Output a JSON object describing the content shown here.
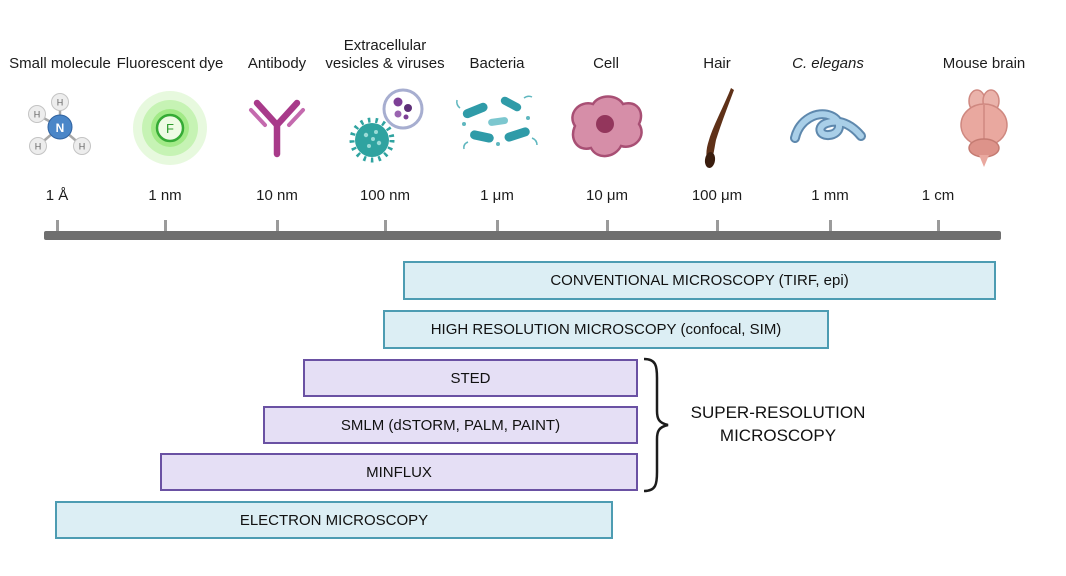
{
  "scale": {
    "items": [
      {
        "label": "Small molecule",
        "size": "1 Å",
        "icon": "molecule-icon"
      },
      {
        "label": "Fluorescent dye",
        "size": "1 nm",
        "icon": "fluorescent-dye-icon"
      },
      {
        "label": "Antibody",
        "size": "10 nm",
        "icon": "antibody-icon"
      },
      {
        "label": "Extracellular vesicles & viruses",
        "size": "100 nm",
        "icon": "vesicles-viruses-icon"
      },
      {
        "label": "Bacteria",
        "size": "1 μm",
        "icon": "bacteria-icon"
      },
      {
        "label": "Cell",
        "size": "10 μm",
        "icon": "cell-icon"
      },
      {
        "label": "Hair",
        "size": "100 μm",
        "icon": "hair-icon"
      },
      {
        "label": "C. elegans",
        "size": "1 mm",
        "icon": "c-elegans-icon"
      },
      {
        "label": "Mouse brain",
        "size": "1 cm",
        "icon": "mouse-brain-icon"
      }
    ]
  },
  "bars": [
    {
      "label": "CONVENTIONAL MICROSCOPY (TIRF, epi)",
      "style": "cyan"
    },
    {
      "label": "HIGH RESOLUTION MICROSCOPY (confocal, SIM)",
      "style": "cyan"
    },
    {
      "label": "STED",
      "style": "purple"
    },
    {
      "label": "SMLM (dSTORM, PALM, PAINT)",
      "style": "purple"
    },
    {
      "label": "MINFLUX",
      "style": "purple"
    },
    {
      "label": "ELECTRON MICROSCOPY",
      "style": "cyan"
    }
  ],
  "brace_label": "SUPER-RESOLUTION MICROSCOPY",
  "icons": {
    "molecule": {
      "center_atom": "N",
      "outer_atom": "H"
    },
    "fluorescent_dye": {
      "letter": "F"
    }
  },
  "colors": {
    "conventional_fill": "#dceef4",
    "conventional_border": "#4d9cb2",
    "super_resolution_fill": "#e5dff5",
    "super_resolution_border": "#6a51a3",
    "axis_gray": "#6f6f6f"
  }
}
